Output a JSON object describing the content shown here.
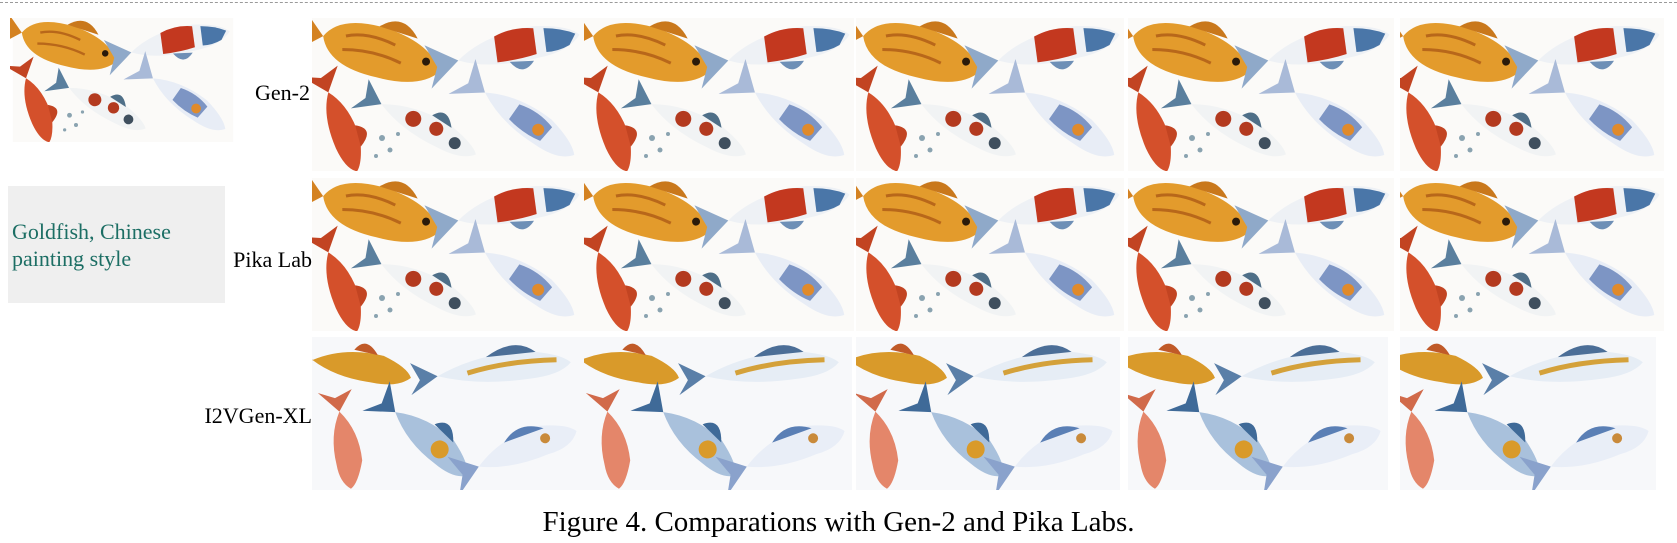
{
  "input": {
    "prompt": "Goldfish, Chinese painting style"
  },
  "rows": [
    {
      "label": "Gen-2"
    },
    {
      "label": "Pika Lab"
    },
    {
      "label": "I2VGen-XL"
    }
  ],
  "frames_per_row": 5,
  "caption": "Figure 4. Comparations with Gen-2 and Pika Labs.",
  "colors": {
    "prompt_text": "#1c6e64",
    "prompt_bg": "#efefef",
    "goldfish_orange": "#e39b2c",
    "red_fish": "#d4502b",
    "koi_red": "#c3381f",
    "koi_blue": "#4a76a8",
    "fin_blue": "#6e8fb6"
  }
}
